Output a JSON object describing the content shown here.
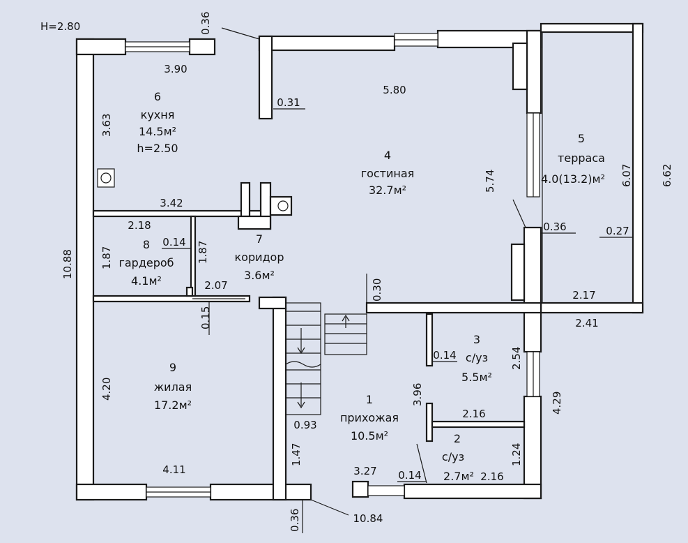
{
  "height_label": "H=2.80",
  "rooms": {
    "kitchen": {
      "number": "6",
      "name": "кухня",
      "area": "14.5м²",
      "extra": "h=2.50"
    },
    "living": {
      "number": "4",
      "name": "гостиная",
      "area": "32.7м²"
    },
    "terrace": {
      "number": "5",
      "name": "терраса",
      "area": "4.0(13.2)м²"
    },
    "wardrobe": {
      "number": "8",
      "name": "гардероб",
      "area": "4.1м²"
    },
    "corridor": {
      "number": "7",
      "name": "коридор",
      "area": "3.6м²"
    },
    "bedroom": {
      "number": "9",
      "name": "жилая",
      "area": "17.2м²"
    },
    "hall": {
      "number": "1",
      "name": "прихожая",
      "area": "10.5м²"
    },
    "bath3": {
      "number": "3",
      "name": "с/уз",
      "area": "5.5м²"
    },
    "bath2": {
      "number": "2",
      "name": "с/уз",
      "area": "2.7м²"
    }
  },
  "dimensions": {
    "d036_top": "0.36",
    "d390": "3.90",
    "d580": "5.80",
    "d031": "0.31",
    "d363": "3.63",
    "d342": "3.42",
    "d218": "2.18",
    "d014_wardrobe": "0.14",
    "d187_left": "1.87",
    "d187_right": "1.87",
    "d207": "2.07",
    "d015": "0.15",
    "d1088": "10.88",
    "d420": "4.20",
    "d411": "4.11",
    "d093": "0.93",
    "d147": "1.47",
    "d036_bottom": "0.36",
    "d1084": "10.84",
    "d327": "3.27",
    "d014_bottom": "0.14",
    "d216_bottom": "2.16",
    "d124": "1.24",
    "d216_mid": "2.16",
    "d396": "3.96",
    "d014_bath": "0.14",
    "d254": "2.54",
    "d429": "4.29",
    "d030": "0.30",
    "d574": "5.74",
    "d036_terrace": "0.36",
    "d027": "0.27",
    "d217": "2.17",
    "d241": "2.41",
    "d607": "6.07",
    "d662": "6.62"
  }
}
